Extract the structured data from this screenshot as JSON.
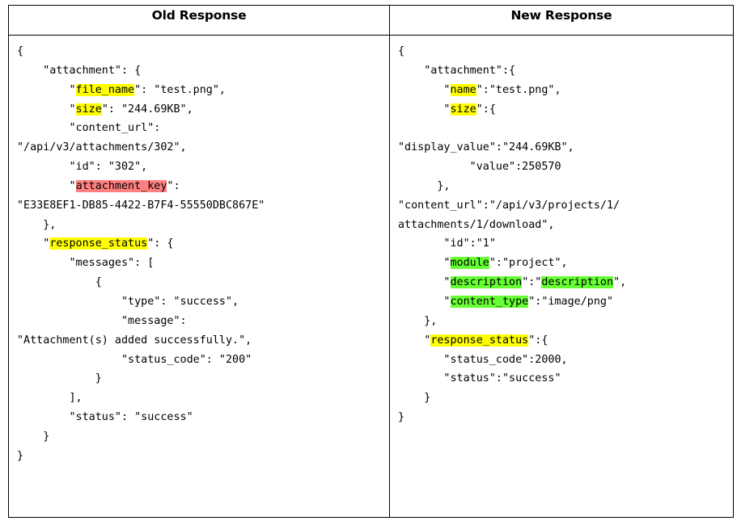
{
  "table": {
    "columns": [
      {
        "key": "old",
        "header": "Old Response"
      },
      {
        "key": "new",
        "header": "New Response"
      }
    ]
  },
  "highlight_colors": {
    "yellow": "#FFFF00",
    "red": "#FF8080",
    "green": "#66FF33"
  },
  "old_response": {
    "title": "Old Response",
    "highlighted_yellow": [
      "file_name",
      "size",
      "response_status"
    ],
    "highlighted_red": [
      "attachment_key"
    ],
    "lines": [
      "{",
      "    \"attachment\": {",
      "        \"file_name\": \"test.png\",",
      "        \"size\": \"244.69KB\",",
      "        \"content_url\":",
      "\"/api/v3/attachments/302\",",
      "        \"id\": \"302\",",
      "        \"attachment_key\":",
      "\"E33E8EF1-DB85-4422-B7F4-55550DBC867E\"",
      "    },",
      "    \"response_status\": {",
      "        \"messages\": [",
      "            {",
      "                \"type\": \"success\",",
      "                \"message\":",
      "\"Attachment(s) added successfully.\",",
      "                \"status_code\": \"200\"",
      "            }",
      "        ],",
      "        \"status\": \"success\"",
      "    }",
      "}"
    ],
    "text": "{\n    \"attachment\": {\n        \"file_name\": \"test.png\",\n        \"size\": \"244.69KB\",\n        \"content_url\":\n\"/api/v3/attachments/302\",\n        \"id\": \"302\",\n        \"attachment_key\":\n\"E33E8EF1-DB85-4422-B7F4-55550DBC867E\"\n    },\n    \"response_status\": {\n        \"messages\": [\n            {\n                \"type\": \"success\",\n                \"message\":\n\"Attachment(s) added successfully.\",\n                \"status_code\": \"200\"\n            }\n        ],\n        \"status\": \"success\"\n    }\n}",
    "values": {
      "file_name": "test.png",
      "size": "244.69KB",
      "content_url": "/api/v3/attachments/302",
      "id": "302",
      "attachment_key": "E33E8EF1-DB85-4422-B7F4-55550DBC867E",
      "message_type": "success",
      "message": "Attachment(s) added successfully.",
      "status_code": "200",
      "status": "success"
    }
  },
  "new_response": {
    "title": "New Response",
    "highlighted_yellow": [
      "name",
      "size",
      "response_status"
    ],
    "highlighted_green": [
      "module",
      "description",
      "content_type"
    ],
    "lines": [
      "{",
      "    \"attachment\":{",
      "       \"name\":\"test.png\",",
      "       \"size\":{",
      "",
      "\"display_value\":\"244.69KB\",",
      "           \"value\":250570",
      "      },",
      "\"content_url\":\"/api/v3/projects/1/",
      "attachments/1/download\",",
      "       \"id\":\"1\"",
      "       \"module\":\"project\",",
      "       \"description\":\"description\",",
      "       \"content_type\":\"image/png\"",
      "    },",
      "    \"response_status\":{",
      "       \"status_code\":2000,",
      "       \"status\":\"success\"",
      "    }",
      "}"
    ],
    "text": "{\n    \"attachment\":{\n       \"name\":\"test.png\",\n       \"size\":{\n\n\"display_value\":\"244.69KB\",\n           \"value\":250570\n      },\n\"content_url\":\"/api/v3/projects/1/\nattachments/1/download\",\n       \"id\":\"1\"\n       \"module\":\"project\",\n       \"description\":\"description\",\n       \"content_type\":\"image/png\"\n    },\n    \"response_status\":{\n       \"status_code\":2000,\n       \"status\":\"success\"\n    }\n}",
    "values": {
      "name": "test.png",
      "display_value": "244.69KB",
      "value": "250570",
      "content_url": "/api/v3/projects/1/attachments/1/download",
      "id": "1",
      "module": "project",
      "description": "description",
      "content_type": "image/png",
      "status_code": "2000",
      "status": "success"
    }
  }
}
